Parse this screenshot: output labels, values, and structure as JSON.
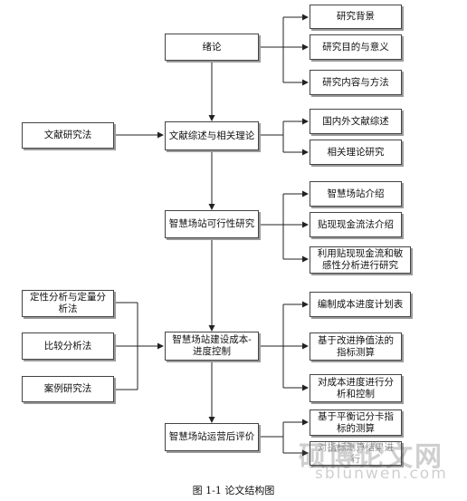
{
  "main": {
    "intro": "绪论",
    "review": "文献综述与相关理论",
    "feasibility": "智慧场站可行性研究",
    "control": "智慧场站建设成本-进度控制",
    "evaluation": "智慧场站运营后评价"
  },
  "methods": {
    "literature": "文献研究法",
    "qual_quant": "定性分析与定量分析法",
    "comparison": "比较分析法",
    "case": "案例研究法"
  },
  "outputs": {
    "background": "研究背景",
    "purpose": "研究目的与意义",
    "content_method": "研究内容与方法",
    "domestic_foreign": "国内外文献综述",
    "related_theory": "相关理论研究",
    "intro_station": "智慧场站介绍",
    "dcf_intro": "贴现现金流法介绍",
    "sensitivity": "利用贴现现金流和敏感性分析进行研究",
    "schedule_plan": "编制成本进度计划表",
    "earned_value": "基于改进挣值法的指标测算",
    "analysis_control": "对成本进度进行分析和控制",
    "bsc": "基于平衡记分卡指标的测算",
    "obscured": "对指标测算结果进行"
  },
  "watermark": {
    "chinese": "硕博论文网",
    "url": "sblunwen.com"
  },
  "caption": "图 1-1  论文结构图"
}
